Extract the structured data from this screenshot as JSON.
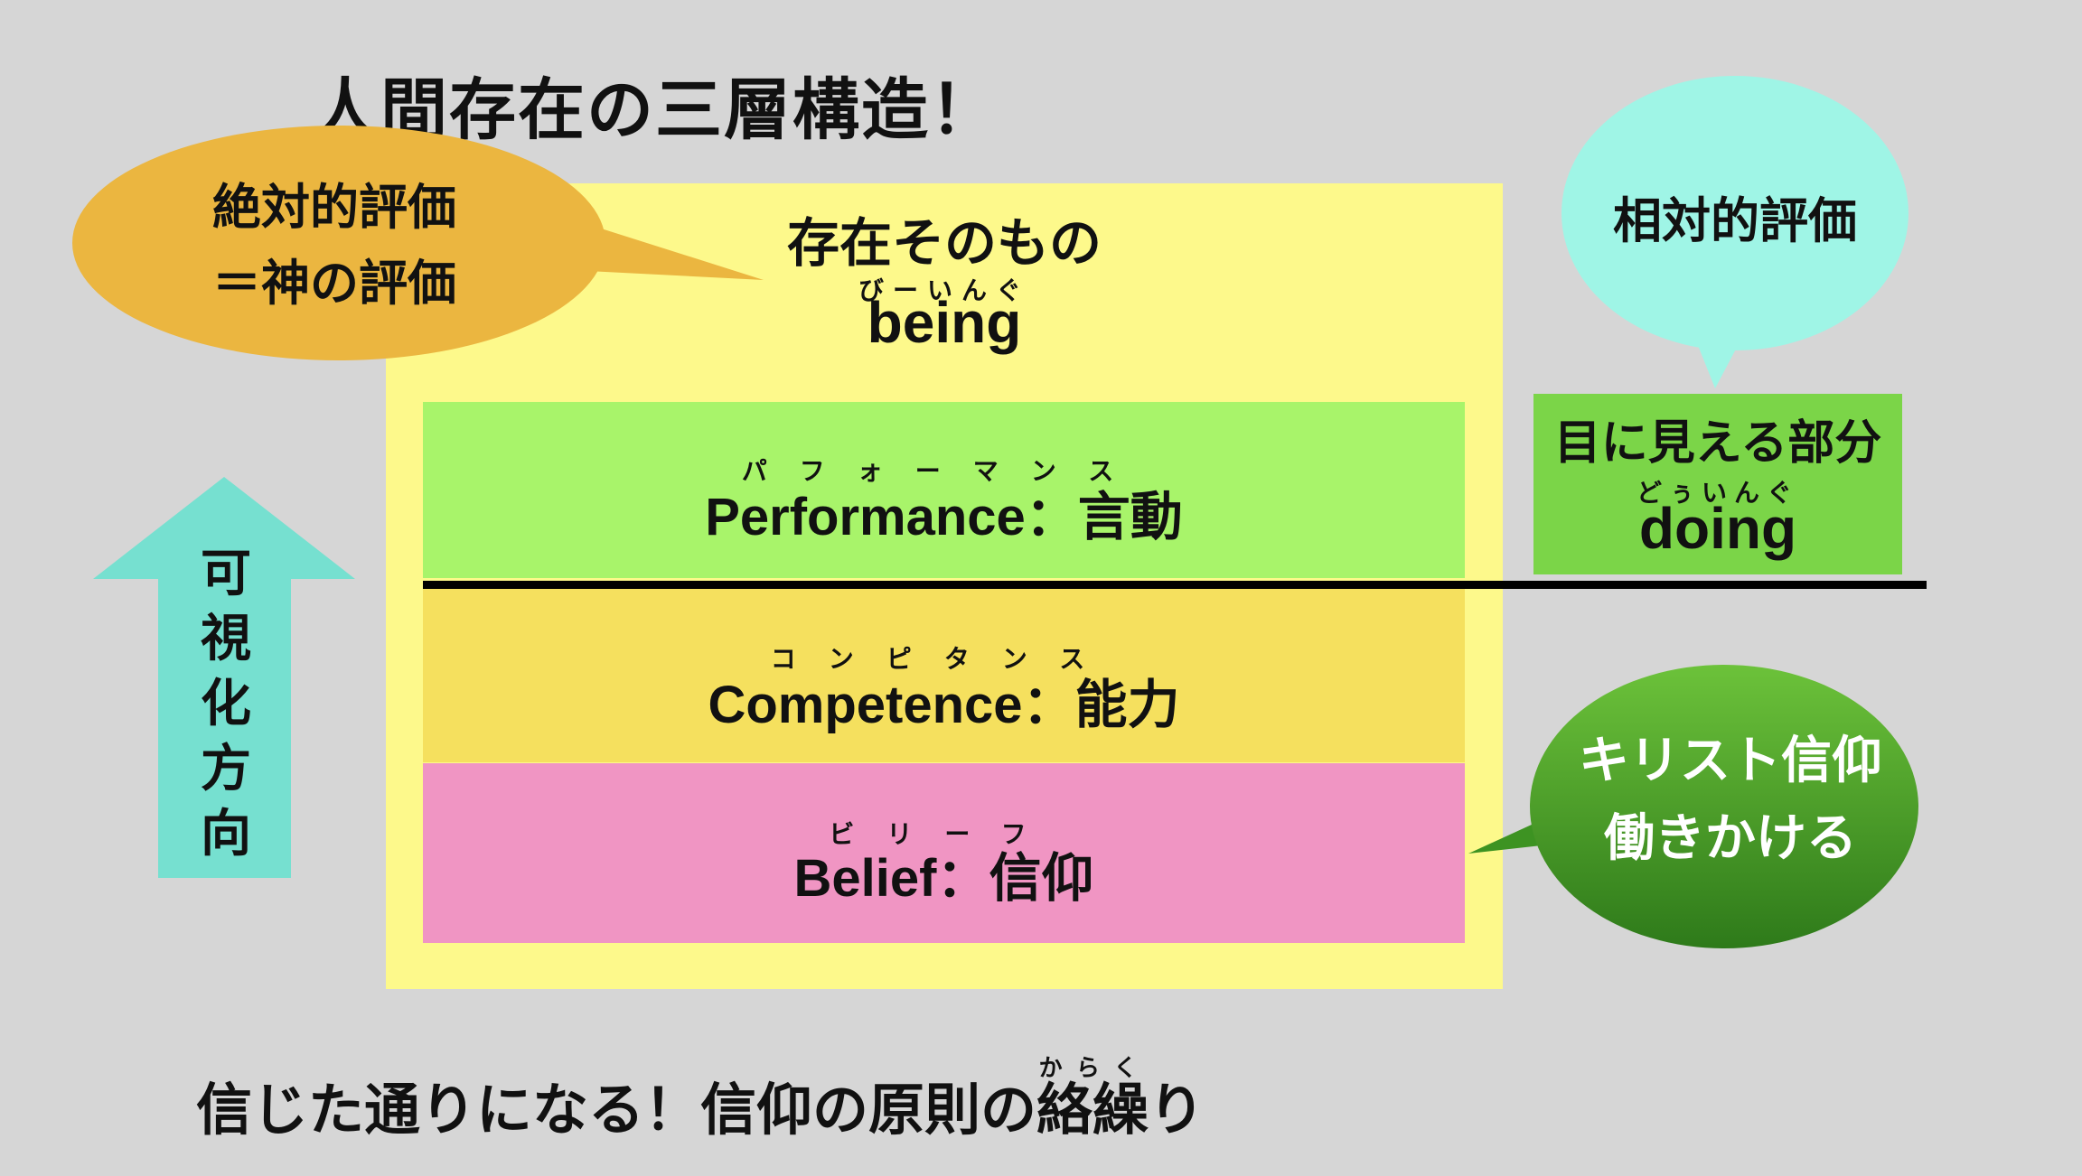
{
  "title": "人間存在の三層構造！",
  "being": {
    "label": "存在そのもの",
    "ruby": "びーいんぐ",
    "word": "being"
  },
  "layers": {
    "performance": {
      "ruby": "パフォーマンス",
      "text": "Performance：言動"
    },
    "competence": {
      "ruby": "コンピタンス",
      "text": "Competence：能力"
    },
    "belief": {
      "ruby": "ビリーフ",
      "text": "Belief：信仰"
    }
  },
  "doing": {
    "label": "目に見える部分",
    "ruby": "どぅいんぐ",
    "word": "doing"
  },
  "bubbles": {
    "absolute_line1": "絶対的評価",
    "absolute_line2": "＝神の評価",
    "relative": "相対的評価",
    "faith_line1": "キリスト信仰",
    "faith_line2": "働きかける"
  },
  "arrow": {
    "label_chars": [
      "可",
      "視",
      "化",
      "方",
      "向"
    ]
  },
  "bottom": {
    "prefix": "信じた通りになる！信仰の原則の",
    "ruby_word": "絡繰",
    "ruby": "からく",
    "suffix": "り"
  },
  "colors": {
    "background": "#d6d6d6",
    "outer_box": "#fdf98b",
    "performance": "#a8f46a",
    "competence": "#f5e05e",
    "belief": "#f095c3",
    "doing_box": "#7bd548",
    "absolute_bubble": "#ebb640",
    "relative_bubble": "#9ff5e6",
    "faith_bubble": "#3f9a24",
    "arrow": "#76e0d0"
  }
}
